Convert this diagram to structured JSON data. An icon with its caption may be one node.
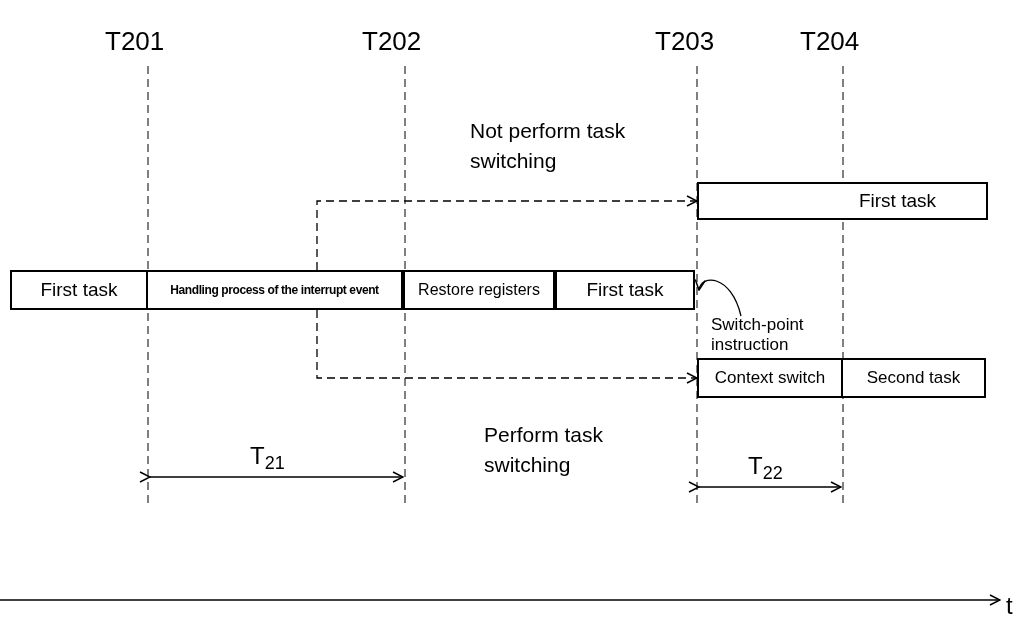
{
  "diagram": {
    "nodes": [
      {
        "text": [
          "First task"
        ]
      },
      {
        "text": [
          "Handling process of the interrupt event"
        ]
      },
      {
        "text": [
          "Restore registers"
        ]
      },
      {
        "text": [
          "First task"
        ]
      },
      {
        "text": [
          "First task"
        ]
      },
      {
        "text": [
          "Context switch"
        ]
      },
      {
        "text": [
          "Second task"
        ]
      },
      {
        "text": [
          "Switch-point instruction"
        ]
      }
    ],
    "edges": [
      {
        "from": 1,
        "to": 4,
        "arrow": "to",
        "style": "dashed",
        "label": "Not perform task switching"
      },
      {
        "from": 1,
        "to": 5,
        "arrow": "to",
        "style": "dashed",
        "label": "Perform task switching"
      },
      {
        "from": 7,
        "to": 3,
        "arrow": "to"
      }
    ],
    "labels": [
      "T201",
      "T202",
      "T203",
      "T204",
      "T$_{21}$",
      "T$_{22}$",
      "t"
    ]
  }
}
